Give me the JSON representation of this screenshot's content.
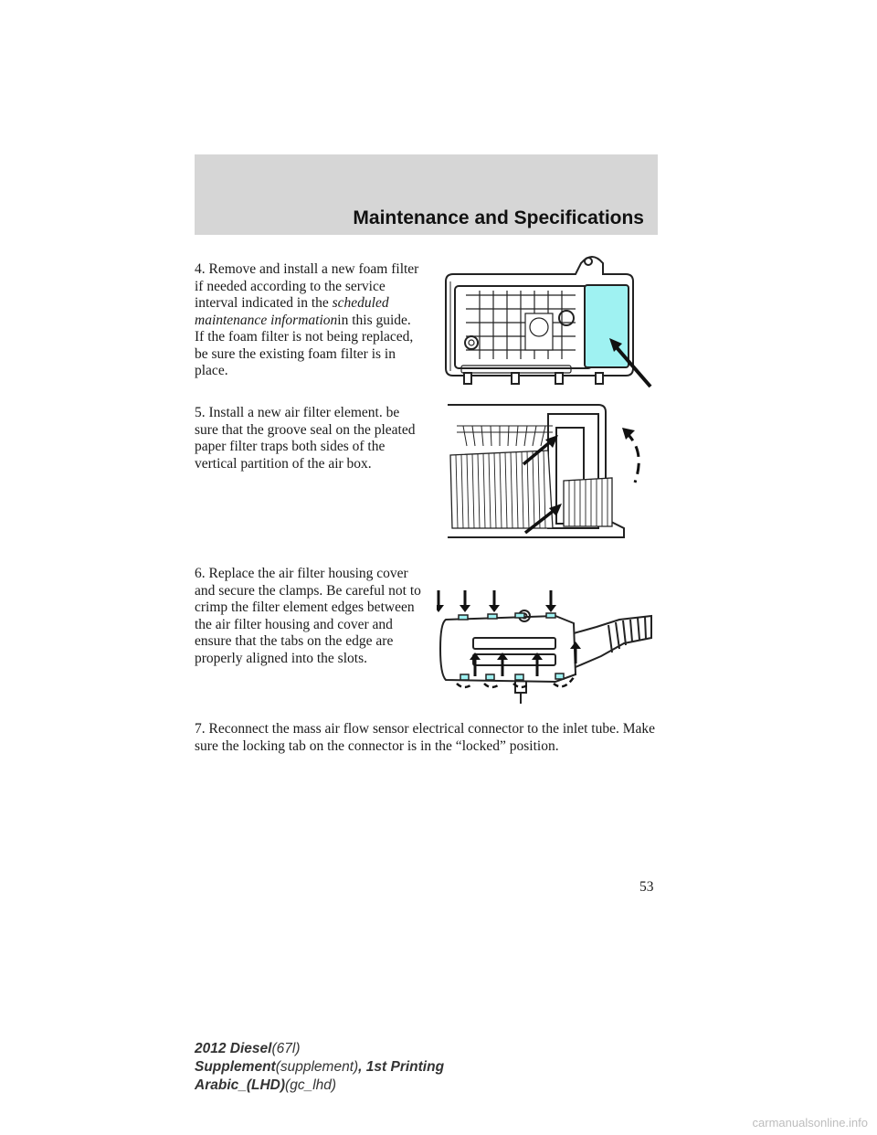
{
  "header": {
    "section_title": "Maintenance and Specifications"
  },
  "steps": {
    "step4_pre": "4. Remove and install a new foam filter if needed according to the service interval indicated in the ",
    "step4_italic": "scheduled maintenance information",
    "step4_post": "in this guide. If the foam filter is not being replaced, be sure the existing foam filter is in place.",
    "step5": "5. Install a new air filter element. be sure that the groove seal on the pleated paper filter traps both sides of the vertical partition of the air box.",
    "step6": "6. Replace the air filter housing cover and secure the clamps. Be careful not to crimp the filter element edges between the air filter housing and cover and ensure that the tabs on the edge are properly aligned into the slots.",
    "step7": "7. Reconnect the mass air flow sensor electrical connector to the inlet tube. Make sure the locking tab on the connector is in the “locked” position."
  },
  "colors": {
    "foam_filter": "#9ff2f2",
    "header_band": "#d6d6d6"
  },
  "page_number": "53",
  "footer": {
    "line1_bold": "2012 Diesel",
    "line1_rest": "(67l)",
    "line2_bold": "Supplement",
    "line2_mid": "(supplement)",
    "line2_bold2": ", 1st Printing",
    "line3_bold": "Arabic_(LHD)",
    "line3_rest": "(gc_lhd)"
  },
  "watermark": "carmanualsonline.info"
}
